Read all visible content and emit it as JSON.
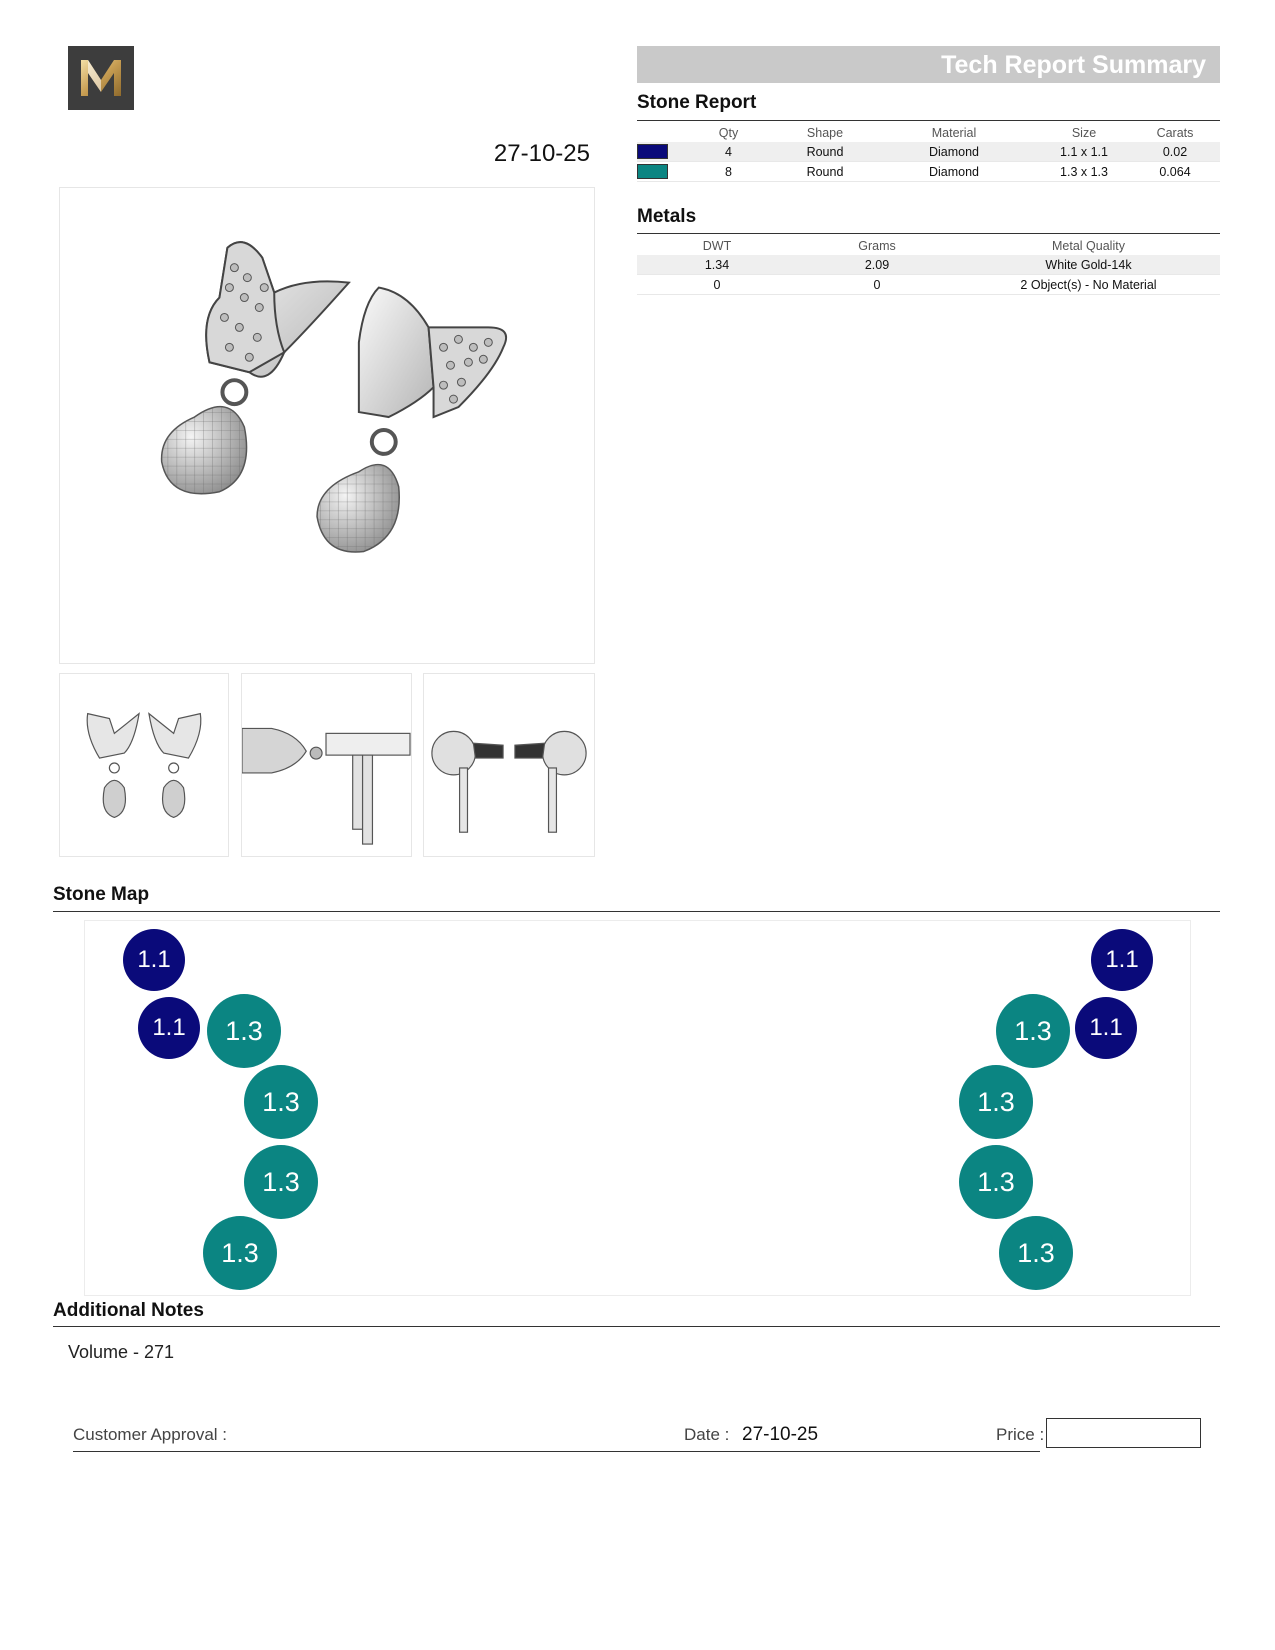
{
  "header": {
    "logo_letter": "M",
    "report_date": "27-10-25",
    "title": "Tech Report Summary"
  },
  "stone_report": {
    "title": "Stone Report",
    "columns": [
      "",
      "Qty",
      "Shape",
      "Material",
      "Size",
      "Carats"
    ],
    "rows": [
      {
        "color": "#0a0a7a",
        "qty": "4",
        "shape": "Round",
        "material": "Diamond",
        "size": "1.1 x 1.1",
        "carats": "0.02"
      },
      {
        "color": "#0b8582",
        "qty": "8",
        "shape": "Round",
        "material": "Diamond",
        "size": "1.3 x 1.3",
        "carats": "0.064"
      }
    ]
  },
  "metals": {
    "title": "Metals",
    "columns": [
      "DWT",
      "Grams",
      "Metal Quality"
    ],
    "rows": [
      {
        "dwt": "1.34",
        "grams": "2.09",
        "quality": "White Gold-14k"
      },
      {
        "dwt": "0",
        "grams": "0",
        "quality": "2 Object(s) - No Material"
      }
    ]
  },
  "stone_map": {
    "title": "Stone Map",
    "colors": {
      "s11": "#0a0a7a",
      "s13": "#0b8582"
    },
    "stones": [
      {
        "label": "1.1",
        "kind": "s11"
      },
      {
        "label": "1.1",
        "kind": "s11"
      },
      {
        "label": "1.3",
        "kind": "s13"
      },
      {
        "label": "1.3",
        "kind": "s13"
      },
      {
        "label": "1.3",
        "kind": "s13"
      },
      {
        "label": "1.3",
        "kind": "s13"
      },
      {
        "label": "1.1",
        "kind": "s11"
      },
      {
        "label": "1.1",
        "kind": "s11"
      },
      {
        "label": "1.3",
        "kind": "s13"
      },
      {
        "label": "1.3",
        "kind": "s13"
      },
      {
        "label": "1.3",
        "kind": "s13"
      },
      {
        "label": "1.3",
        "kind": "s13"
      }
    ]
  },
  "notes": {
    "title": "Additional Notes",
    "text": "Volume - 271"
  },
  "approval": {
    "customer_label": "Customer Approval :",
    "date_label": "Date :",
    "date_value": "27-10-25",
    "price_label": "Price :"
  }
}
